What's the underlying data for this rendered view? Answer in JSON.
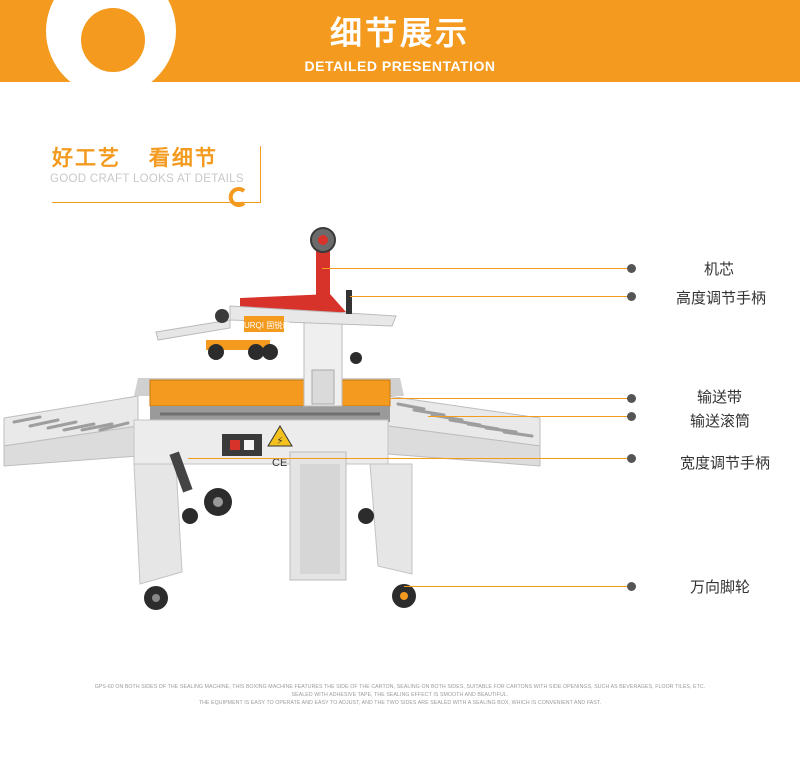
{
  "header": {
    "title": "细节展示",
    "subtitle": "DETAILED PRESENTATION"
  },
  "craft": {
    "title": "好工艺   看细节",
    "subtitle": "GOOD CRAFT LOOKS AT DETAILS"
  },
  "machine": {
    "brand": "GURQI 固锐奇",
    "caution_symbol": "⚡",
    "ce_mark": "CE"
  },
  "callouts": [
    {
      "label": "机芯"
    },
    {
      "label": "高度调节手柄"
    },
    {
      "label": "输送带"
    },
    {
      "label": "输送滚筒"
    },
    {
      "label": "宽度调节手柄"
    },
    {
      "label": "万向脚轮"
    }
  ],
  "description": {
    "line1": "GPS-60 ON BOTH SIDES OF THE SEALING MACHINE, THIS BOXING MACHINE FEATURES THE SIDE OF THE CARTON, SEALING ON BOTH SIDES, SUITABLE FOR CARTONS WITH SIDE OPENINGS, SUCH AS BEVERAGES, FLOOR TILES, ETC.",
    "line2": "SEALED WITH ADHESIVE TAPE, THE SEALING EFFECT IS SMOOTH AND BEAUTIFUL.",
    "line3": "THE EQUIPMENT IS EASY TO OPERATE AND EASY TO ADJUST, AND THE TWO SIDES ARE SEALED WITH A SEALING BOX, WHICH IS CONVENIENT AND FAST."
  },
  "colors": {
    "accent": "#f39a1f",
    "frame": "#e8e8e8",
    "mast": "#d8332b"
  }
}
